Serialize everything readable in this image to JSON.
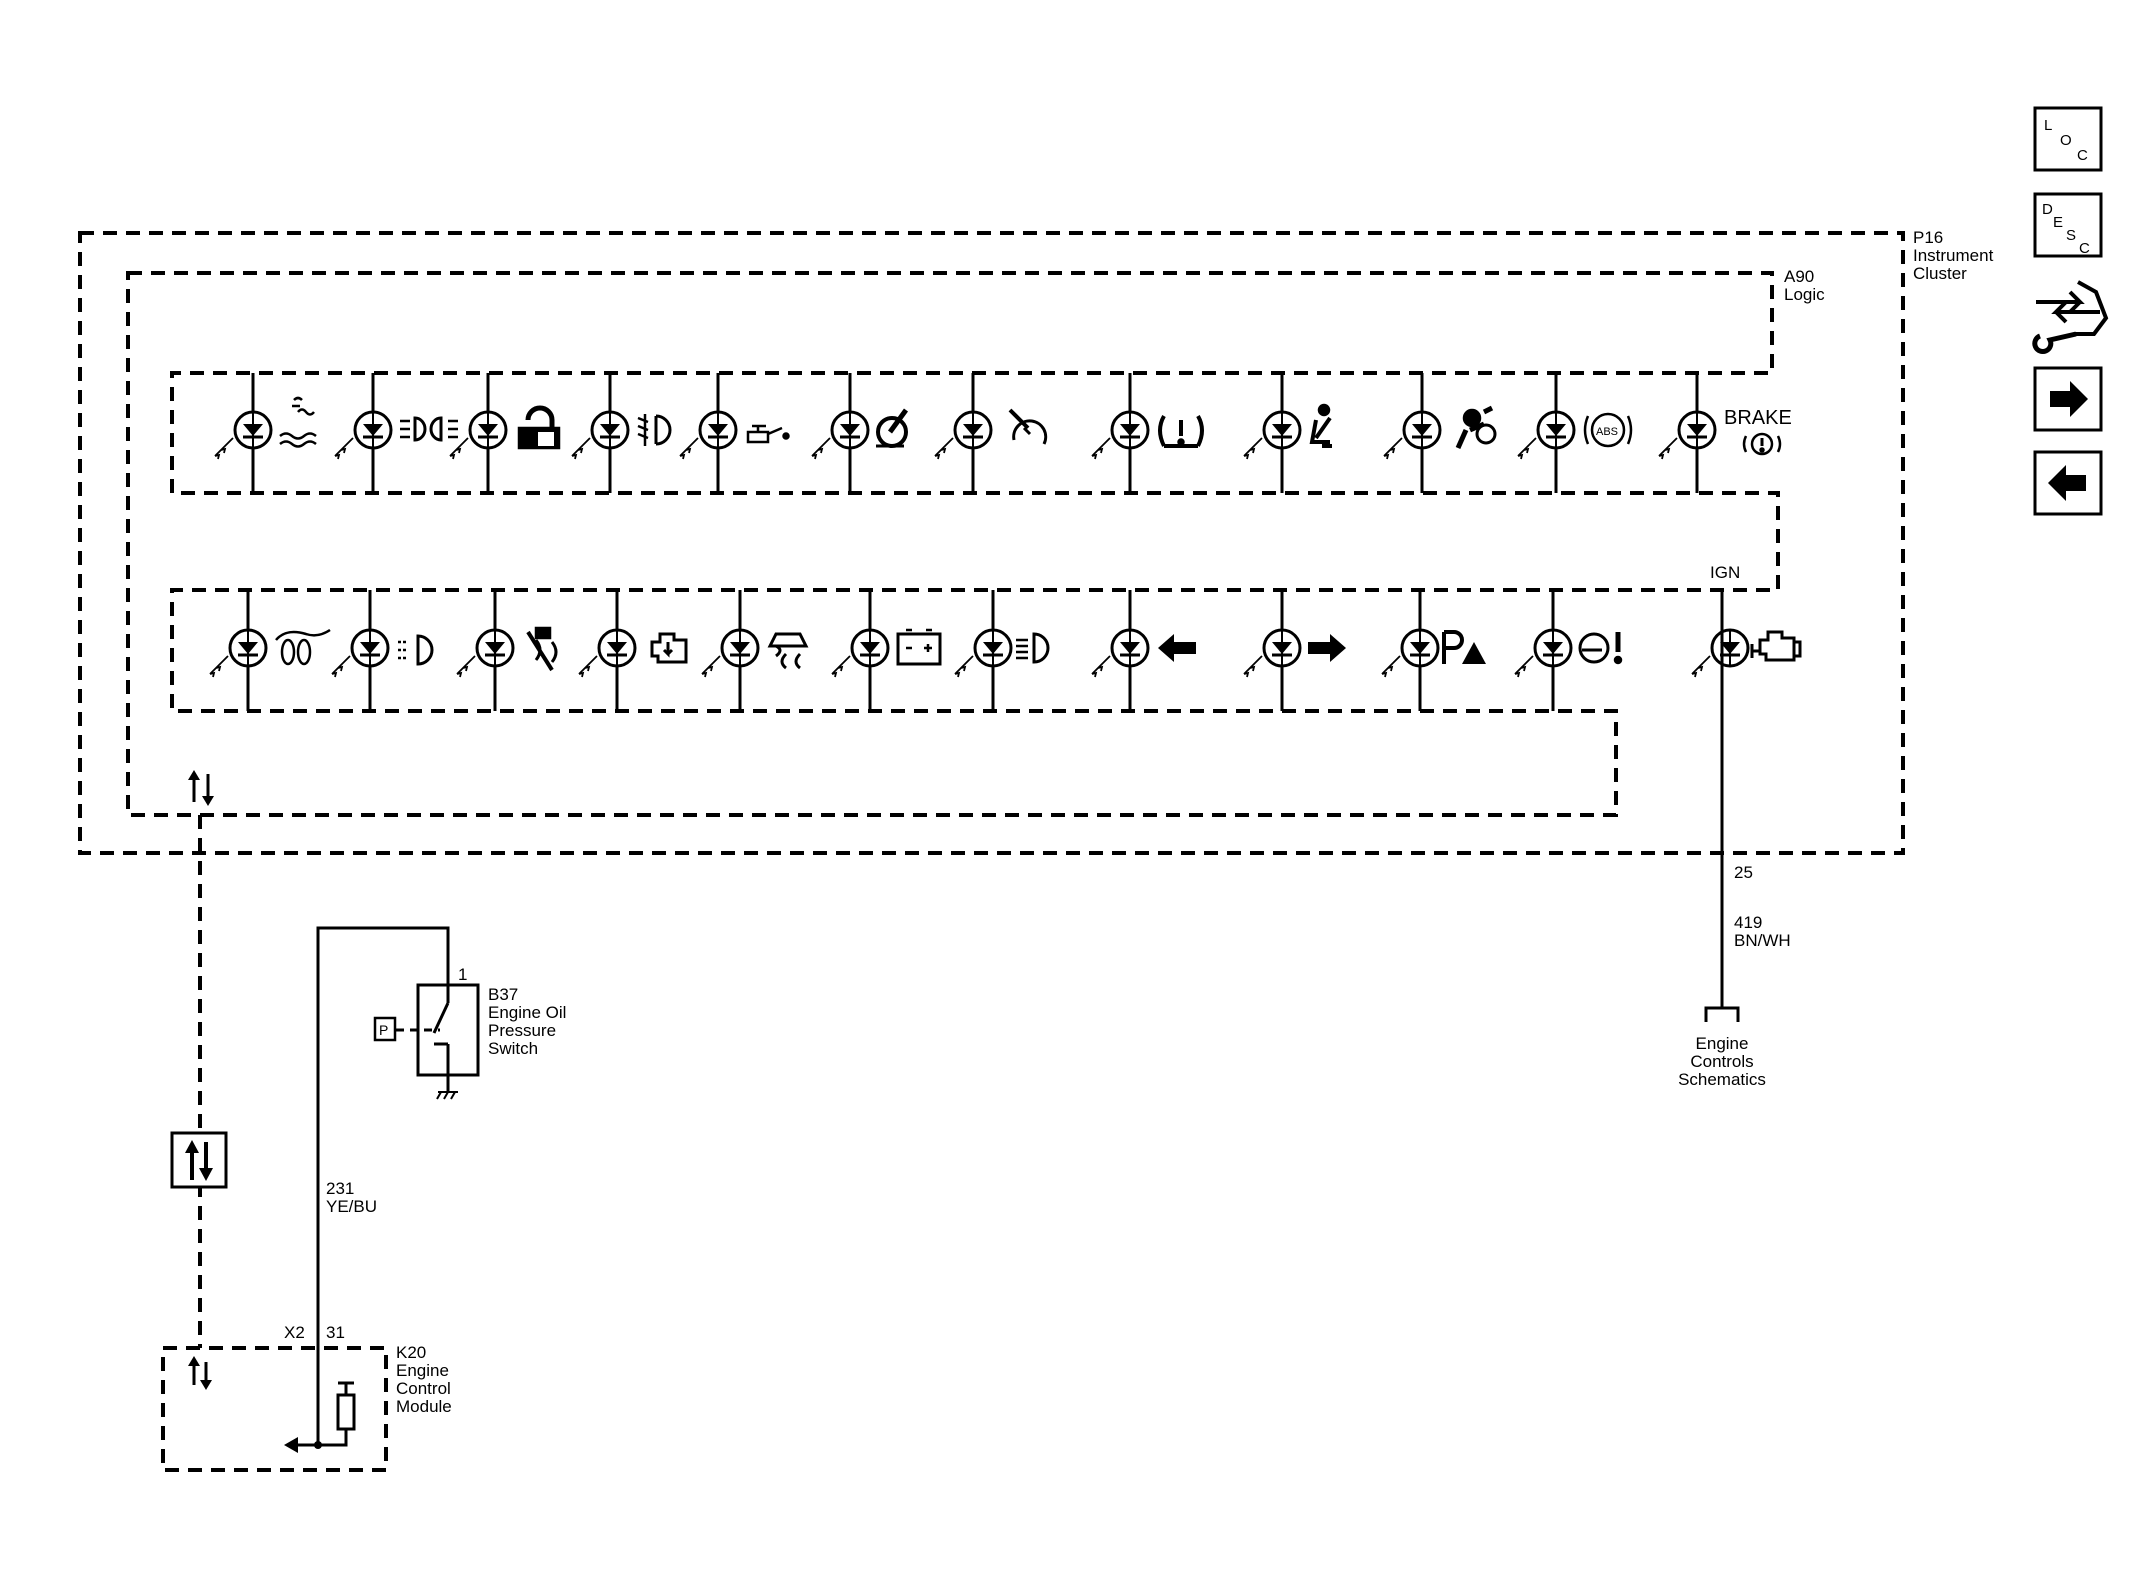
{
  "components": {
    "p16": {
      "ref": "P16",
      "line1": "Instrument",
      "line2": "Cluster"
    },
    "a90": {
      "ref": "A90",
      "line1": "Logic"
    },
    "b37": {
      "ref": "B37",
      "line1": "Engine Oil",
      "line2": "Pressure",
      "line3": "Switch",
      "pin": "1",
      "pressure_symbol": "P"
    },
    "k20": {
      "ref": "K20",
      "line1": "Engine",
      "line2": "Control",
      "line3": "Module",
      "connector": "X2",
      "pin": "31"
    }
  },
  "wires": {
    "w231": {
      "circuit": "231",
      "color": "YE/BU"
    },
    "w419": {
      "circuit": "419",
      "color": "BN/WH",
      "pin": "25"
    }
  },
  "labels": {
    "ign": "IGN",
    "brake": "BRAKE",
    "abs": "ABS",
    "engine_controls": {
      "line1": "Engine",
      "line2": "Controls",
      "line3": "Schematics"
    }
  },
  "nav": {
    "loc": {
      "l1": "L",
      "l2": "O",
      "l3": "C"
    },
    "desc": {
      "l1": "D",
      "l2": "E",
      "l3": "S",
      "l4": "C"
    }
  },
  "indicators": {
    "row1": [
      "coolant-temperature-icon",
      "park-lamps-icon",
      "security-lock-icon",
      "rear-fog-lamp-icon",
      "oil-pressure-icon",
      "electric-parking-brake-icon",
      "cruise-control-icon",
      "tire-pressure-icon",
      "seat-belt-icon",
      "airbag-icon",
      "abs-icon",
      "brake-warning-icon"
    ],
    "row2": [
      "glow-plug-icon",
      "front-fog-lamp-icon",
      "traction-off-icon",
      "engine-power-reduced-icon",
      "stability-control-icon",
      "battery-icon",
      "high-beam-icon",
      "turn-left-icon",
      "turn-right-icon",
      "park-assist-icon",
      "transmission-warning-icon",
      "check-engine-icon"
    ]
  }
}
